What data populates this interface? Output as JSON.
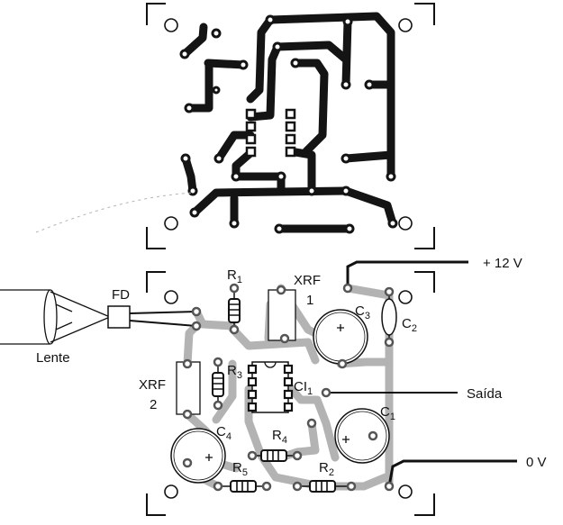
{
  "labels": {
    "fd": "FD",
    "lente": "Lente",
    "r1": "R",
    "r1_sub": "1",
    "xrf1": "XRF",
    "xrf1_num": "1",
    "plus12v": "+ 12 V",
    "c3": "C",
    "c3_sub": "3",
    "c2": "C",
    "c2_sub": "2",
    "r3": "R",
    "r3_sub": "3",
    "xrf2": "XRF",
    "xrf2_num": "2",
    "ci1": "CI",
    "ci1_sub": "1",
    "saida": "Saída",
    "c1": "C",
    "c1_sub": "1",
    "c4": "C",
    "c4_sub": "4",
    "r4": "R",
    "r4_sub": "4",
    "r5": "R",
    "r5_sub": "5",
    "r2": "R",
    "r2_sub": "2",
    "zero_v": "0 V"
  },
  "colors": {
    "trace": "#141414",
    "trace_light": "#8a8a8a",
    "pad": "#ffffff",
    "ink": "#111111"
  }
}
